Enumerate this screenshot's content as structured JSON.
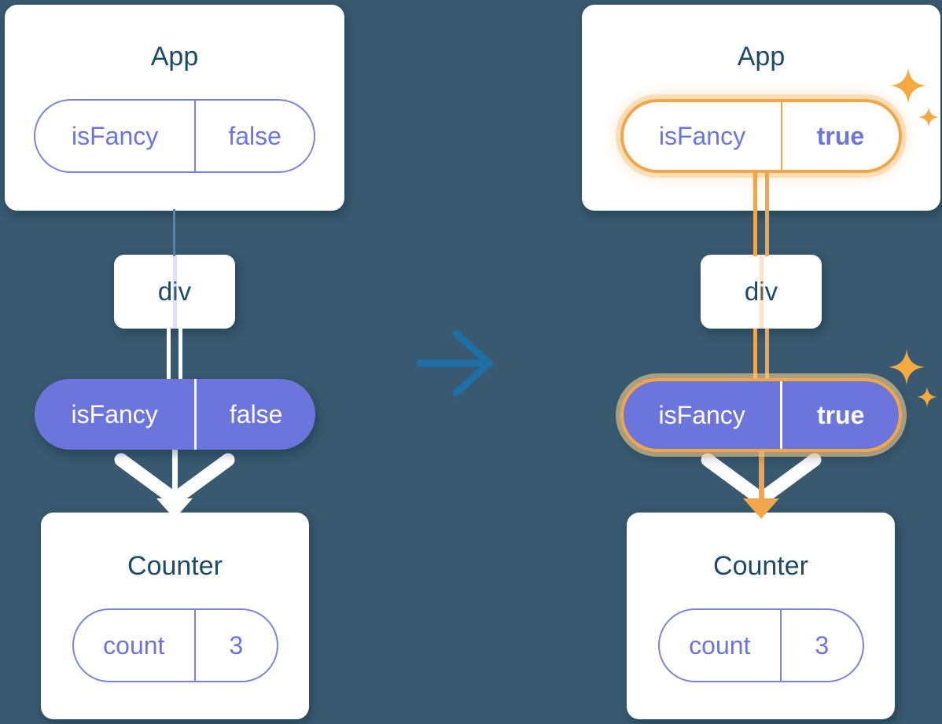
{
  "colors": {
    "background": "#38596F",
    "card": "#FFFFFF",
    "title": "#1D4A66",
    "purple": "#6B75DB",
    "purple-border": "#7B83DE",
    "orange": "#F2A64B",
    "sparkle": "#F5A93E",
    "arrow-blue": "#1D6FA5",
    "connector": "#5B84A3"
  },
  "trees": [
    {
      "name": "before",
      "app": {
        "title": "App",
        "state": {
          "label": "isFancy",
          "value": "false"
        },
        "highlighted": false
      },
      "container": {
        "title": "div"
      },
      "prop": {
        "label": "isFancy",
        "value": "false",
        "highlighted": false
      },
      "counter": {
        "title": "Counter",
        "state": {
          "label": "count",
          "value": "3"
        }
      }
    },
    {
      "name": "after",
      "app": {
        "title": "App",
        "state": {
          "label": "isFancy",
          "value": "true"
        },
        "highlighted": true
      },
      "container": {
        "title": "div"
      },
      "prop": {
        "label": "isFancy",
        "value": "true",
        "highlighted": true
      },
      "counter": {
        "title": "Counter",
        "state": {
          "label": "count",
          "value": "3"
        }
      }
    }
  ],
  "icons": {
    "transition": "right-arrow-icon",
    "highlight": "sparkle-icon"
  }
}
